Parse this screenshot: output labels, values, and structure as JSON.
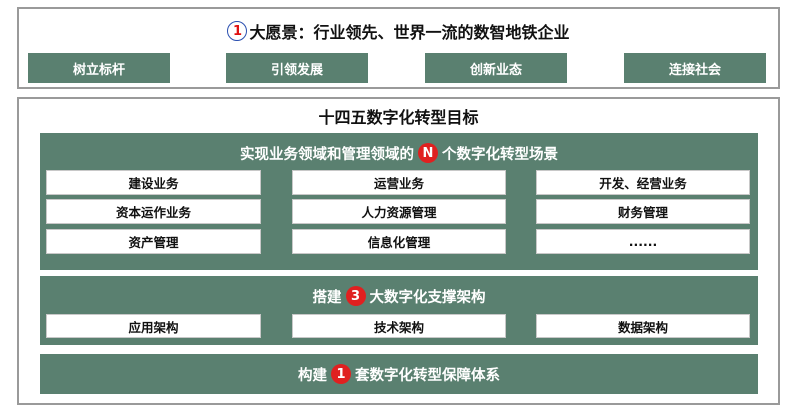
{
  "vision": {
    "badge": "1",
    "title": "大愿景：行业领先、世界一流的数智地铁企业",
    "buttons": [
      "树立标杆",
      "引领发展",
      "创新业态",
      "连接社会"
    ]
  },
  "goal": {
    "title": "十四五数字化转型目标",
    "scenarios": {
      "prefix": "实现业务领域和管理领域的",
      "badge": "N",
      "suffix": "个数字化转型场景",
      "cells": [
        "建设业务",
        "运营业务",
        "开发、经营业务",
        "资本运作业务",
        "人力资源管理",
        "财务管理",
        "资产管理",
        "信息化管理",
        "......"
      ]
    },
    "architecture": {
      "prefix": "搭建",
      "badge": "3",
      "suffix": "大数字化支撑架构",
      "cells": [
        "应用架构",
        "技术架构",
        "数据架构"
      ]
    },
    "system": {
      "prefix": "构建",
      "badge": "1",
      "suffix": "套数字化转型保障体系"
    }
  },
  "colors": {
    "green": "#5a8070",
    "badge_red": "#e02020",
    "frame_grey": "#9a9a9a"
  }
}
